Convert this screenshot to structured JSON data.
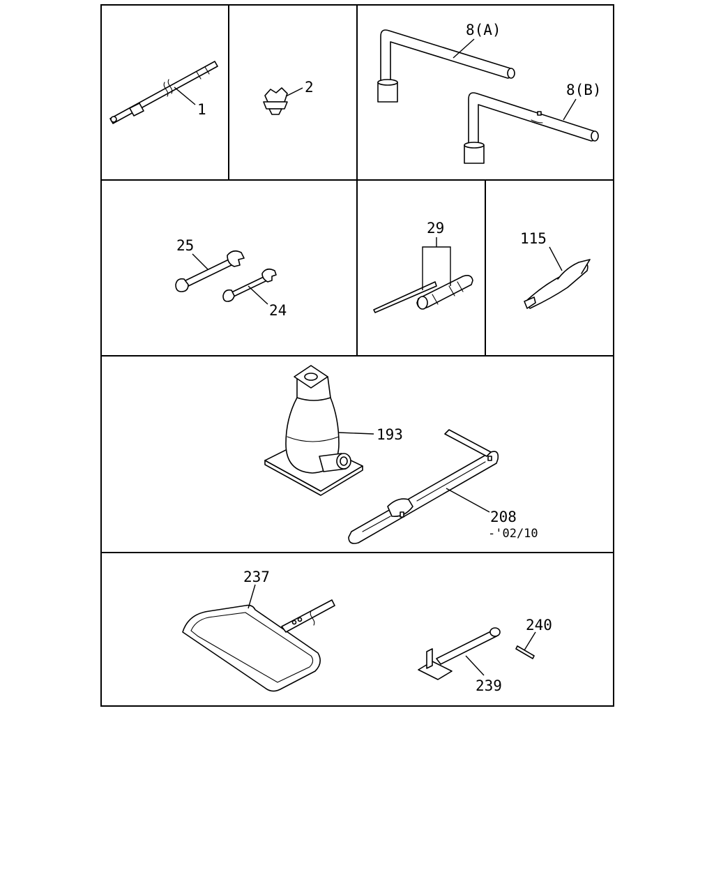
{
  "callouts": {
    "p1": "1",
    "p2": "2",
    "p8a": "8(A)",
    "p8b": "8(B)",
    "p25": "25",
    "p24": "24",
    "p29": "29",
    "p115": "115",
    "p193": "193",
    "p208": "208",
    "p208_note": "-'02/10",
    "p237": "237",
    "p240": "240",
    "p239": "239"
  }
}
